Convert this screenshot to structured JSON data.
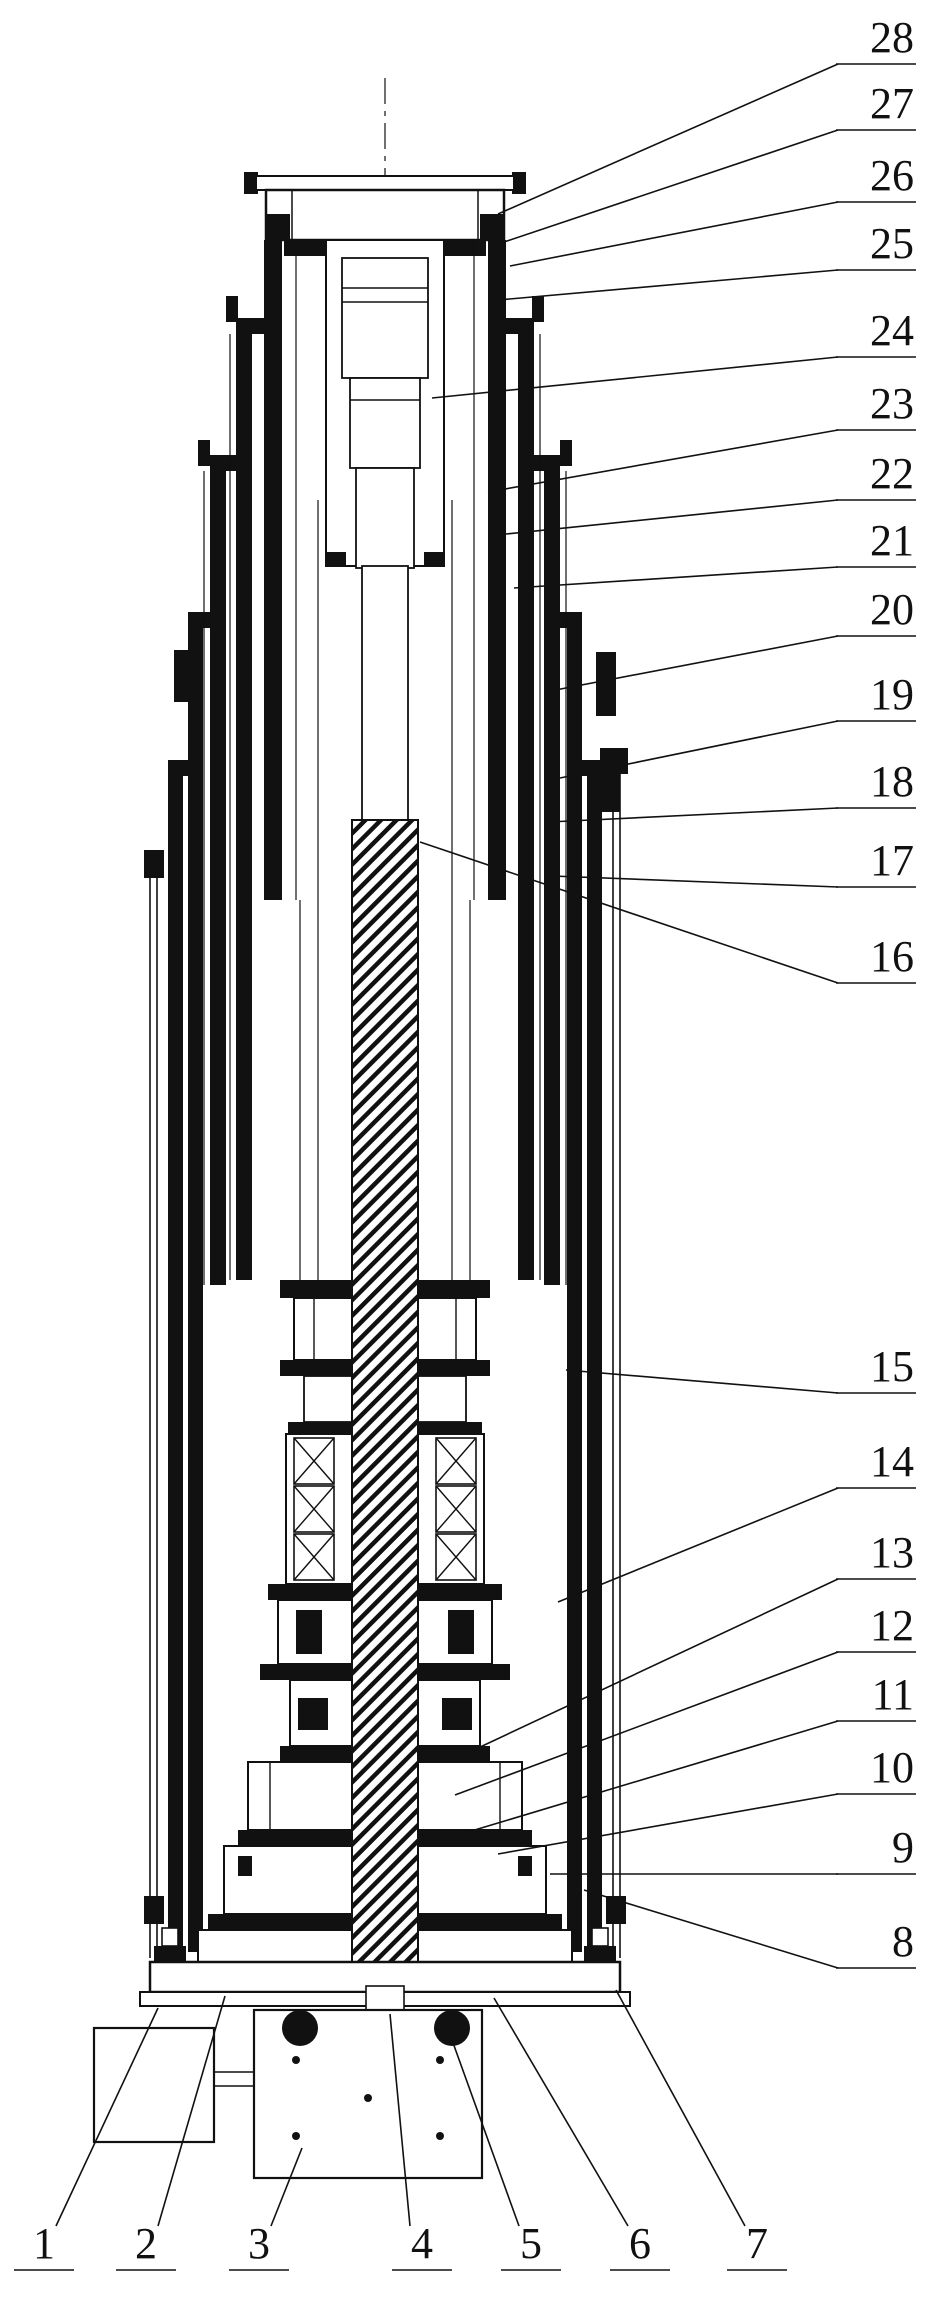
{
  "figure": {
    "colors": {
      "line": "#111111",
      "background": "#ffffff"
    }
  },
  "callouts": {
    "right": [
      "28",
      "27",
      "26",
      "25",
      "24",
      "23",
      "22",
      "21",
      "20",
      "19",
      "18",
      "17",
      "16",
      "15",
      "14",
      "13",
      "12",
      "11",
      "10",
      "9",
      "8"
    ],
    "bottom": [
      "1",
      "2",
      "3",
      "4",
      "5",
      "6",
      "7"
    ]
  }
}
